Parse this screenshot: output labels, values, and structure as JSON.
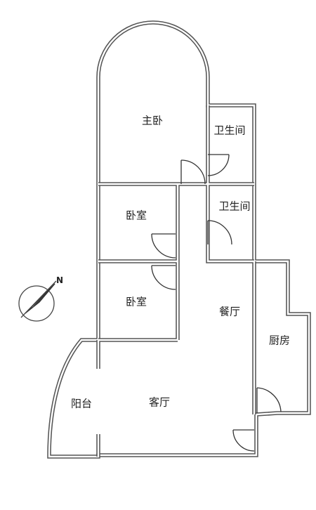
{
  "rooms": {
    "master_bedroom": "主卧",
    "bathroom_1": "卫生间",
    "bathroom_2": "卫生间",
    "bedroom_1": "卧室",
    "bedroom_2": "卧室",
    "dining_room": "餐厅",
    "kitchen": "厨房",
    "balcony": "阳台",
    "living_room": "客厅"
  },
  "compass": {
    "north_label": "N"
  },
  "colors": {
    "wall": "#555555",
    "background": "#ffffff"
  }
}
